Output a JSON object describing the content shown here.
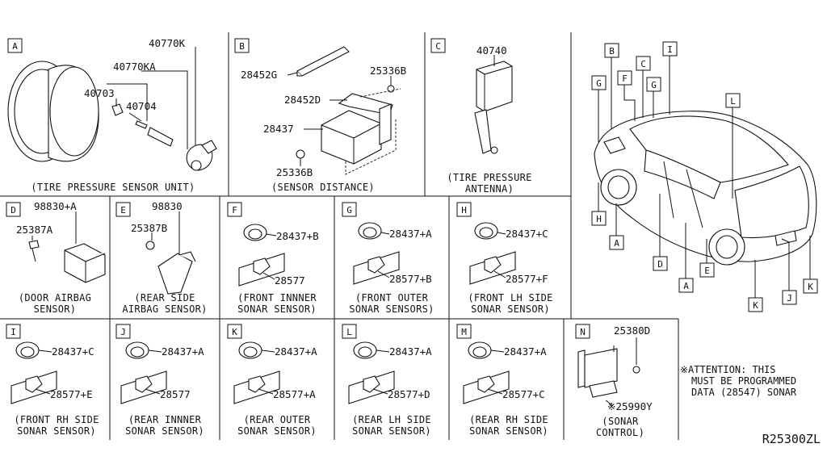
{
  "panels": {
    "A": {
      "letter": "A",
      "caption": "(TIRE PRESSURE SENSOR UNIT)",
      "parts": [
        "40770K",
        "40770KA",
        "40703",
        "40704"
      ]
    },
    "B": {
      "letter": "B",
      "caption": "(SENSOR DISTANCE)",
      "parts": [
        "28452G",
        "25336B",
        "28452D",
        "28437",
        "25336B"
      ]
    },
    "C": {
      "letter": "C",
      "caption_lines": [
        "(TIRE PRESSURE",
        "ANTENNA)"
      ],
      "parts": [
        "40740"
      ]
    },
    "D": {
      "letter": "D",
      "caption_lines": [
        "(DOOR AIRBAG",
        "SENSOR)"
      ],
      "parts": [
        "98830+A",
        "25387A"
      ]
    },
    "E": {
      "letter": "E",
      "caption_lines": [
        "(REAR SIDE",
        "AIRBAG SENSOR)"
      ],
      "parts": [
        "98830",
        "25387B"
      ]
    },
    "F": {
      "letter": "F",
      "caption_lines": [
        "(FRONT INNNER",
        "SONAR SENSOR)"
      ],
      "parts": [
        "28437+B",
        "28577"
      ]
    },
    "G": {
      "letter": "G",
      "caption_lines": [
        "(FRONT OUTER",
        "SONAR SENSORS)"
      ],
      "parts": [
        "28437+A",
        "28577+B"
      ]
    },
    "H": {
      "letter": "H",
      "caption_lines": [
        "(FRONT LH SIDE",
        "SONAR SENSOR)"
      ],
      "parts": [
        "28437+C",
        "28577+F"
      ]
    },
    "I": {
      "letter": "I",
      "caption_lines": [
        "(FRONT RH SIDE",
        "SONAR SENSOR)"
      ],
      "parts": [
        "28437+C",
        "28577+E"
      ]
    },
    "J": {
      "letter": "J",
      "caption_lines": [
        "(REAR INNNER",
        "SONAR SENSOR)"
      ],
      "parts": [
        "28437+A",
        "28577"
      ]
    },
    "K": {
      "letter": "K",
      "caption_lines": [
        "(REAR OUTER",
        "SONAR SENSOR)"
      ],
      "parts": [
        "28437+A",
        "28577+A"
      ]
    },
    "L": {
      "letter": "L",
      "caption_lines": [
        "(REAR LH SIDE",
        "SONAR SENSOR)"
      ],
      "parts": [
        "28437+A",
        "28577+D"
      ]
    },
    "M": {
      "letter": "M",
      "caption_lines": [
        "(REAR RH SIDE",
        "SONAR SENSOR)"
      ],
      "parts": [
        "28437+A",
        "28577+C"
      ]
    },
    "N": {
      "letter": "N",
      "caption_lines": [
        "(SONAR",
        "CONTROL)"
      ],
      "parts": [
        "25380D",
        "※25990Y"
      ]
    }
  },
  "vehicle_labels": [
    "B",
    "C",
    "I",
    "G",
    "F",
    "G",
    "L",
    "H",
    "A",
    "D",
    "E",
    "A",
    "K",
    "J",
    "K"
  ],
  "attention_lines": [
    "※ATTENTION: THIS",
    "MUST BE PROGRAMMED",
    "DATA (28547) SONAR"
  ],
  "reference": "R25300ZL"
}
